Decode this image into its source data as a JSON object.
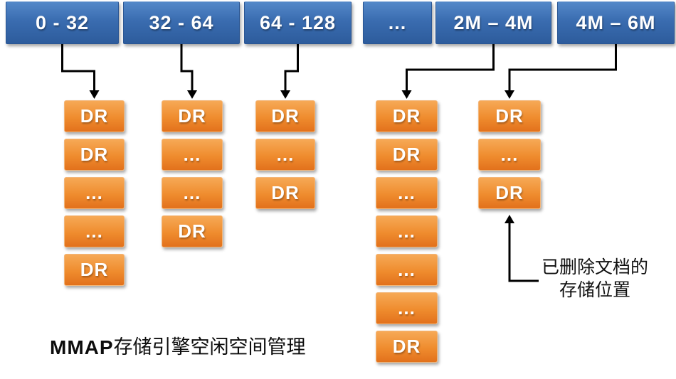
{
  "caption": {
    "prefix": "MMAP",
    "text": "存储引擎空闲空间管理"
  },
  "buckets": [
    {
      "label": "0 - 32"
    },
    {
      "label": "32 - 64"
    },
    {
      "label": "64 - 128"
    },
    {
      "label": "..."
    },
    {
      "label": "2M – 4M"
    },
    {
      "label": "4M – 6M"
    }
  ],
  "columns": [
    {
      "bucket": "0 - 32",
      "items": [
        "DR",
        "DR",
        "...",
        "...",
        "DR"
      ]
    },
    {
      "bucket": "32 - 64",
      "items": [
        "DR",
        "...",
        "...",
        "DR"
      ]
    },
    {
      "bucket": "64 - 128",
      "items": [
        "DR",
        "...",
        "DR"
      ]
    },
    {
      "bucket": "2M – 4M",
      "items": [
        "DR",
        "DR",
        "...",
        "...",
        "...",
        "...",
        "DR"
      ]
    },
    {
      "bucket": "4M – 6M",
      "items": [
        "DR",
        "...",
        "DR"
      ]
    }
  ],
  "annotation": {
    "line1": "已删除文档的",
    "line2": "存储位置"
  },
  "colors": {
    "bucket_blue_top": "#5388c8",
    "bucket_blue_bottom": "#2d5c9c",
    "dr_orange_top": "#f6a956",
    "dr_orange_bottom": "#e2711c",
    "arrow": "#000000",
    "background": "#ffffff"
  }
}
